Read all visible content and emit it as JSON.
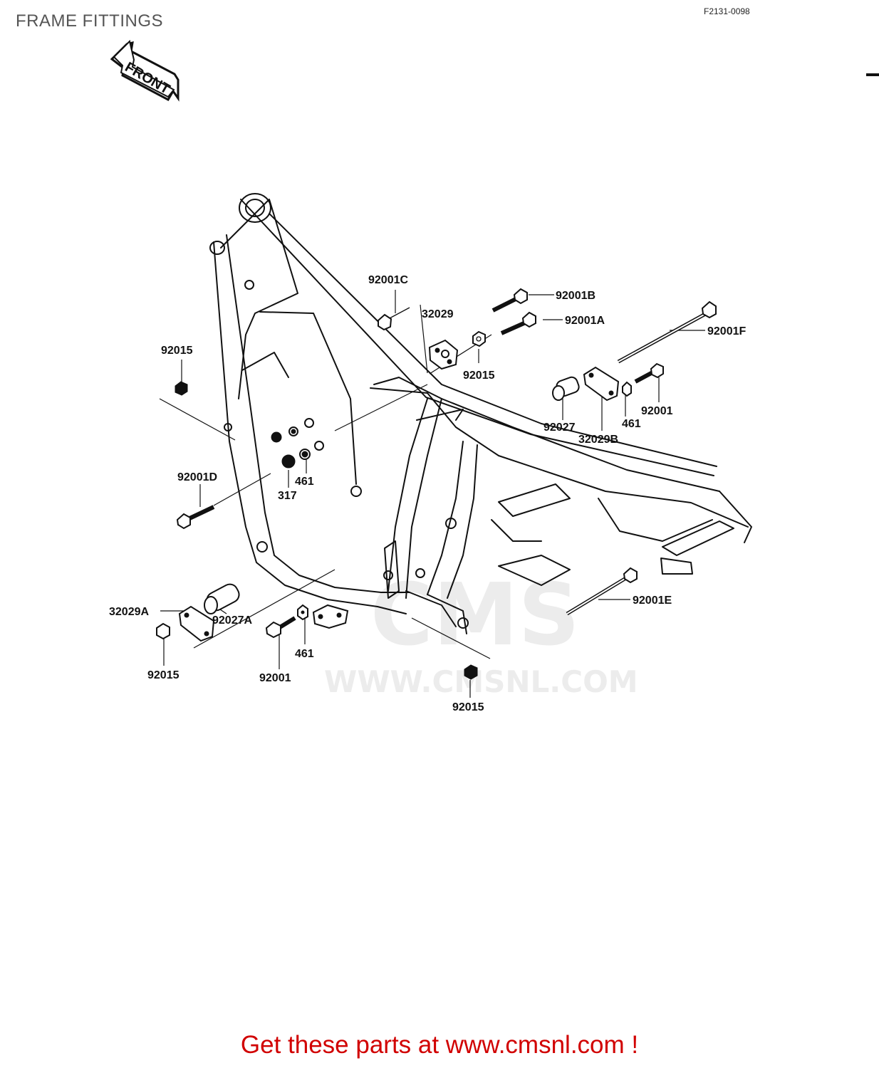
{
  "title": "FRAME FITTINGS",
  "drawing_number": "F2131-0098",
  "front_arrow": "FRONT",
  "watermark": {
    "logo": "CMS",
    "url": "WWW.CMSNL.COM"
  },
  "footer": "Get these parts at www.cmsnl.com !",
  "part_labels": {
    "p92001C": "92001C",
    "p92001B": "92001B",
    "p92001A": "92001A",
    "p92001F": "92001F",
    "p32029": "32029",
    "p92015_top": "92015",
    "p92015_left": "92015",
    "p92027": "92027",
    "p32029B": "32029B",
    "p461_right": "461",
    "p92001_right": "92001",
    "p92001D": "92001D",
    "p461_mid": "461",
    "p317": "317",
    "p92001E": "92001E",
    "p32029A": "32029A",
    "p92027A": "92027A",
    "p92015_bl": "92015",
    "p92001_bottom": "92001",
    "p461_bottom": "461",
    "p92015_bottom": "92015"
  }
}
